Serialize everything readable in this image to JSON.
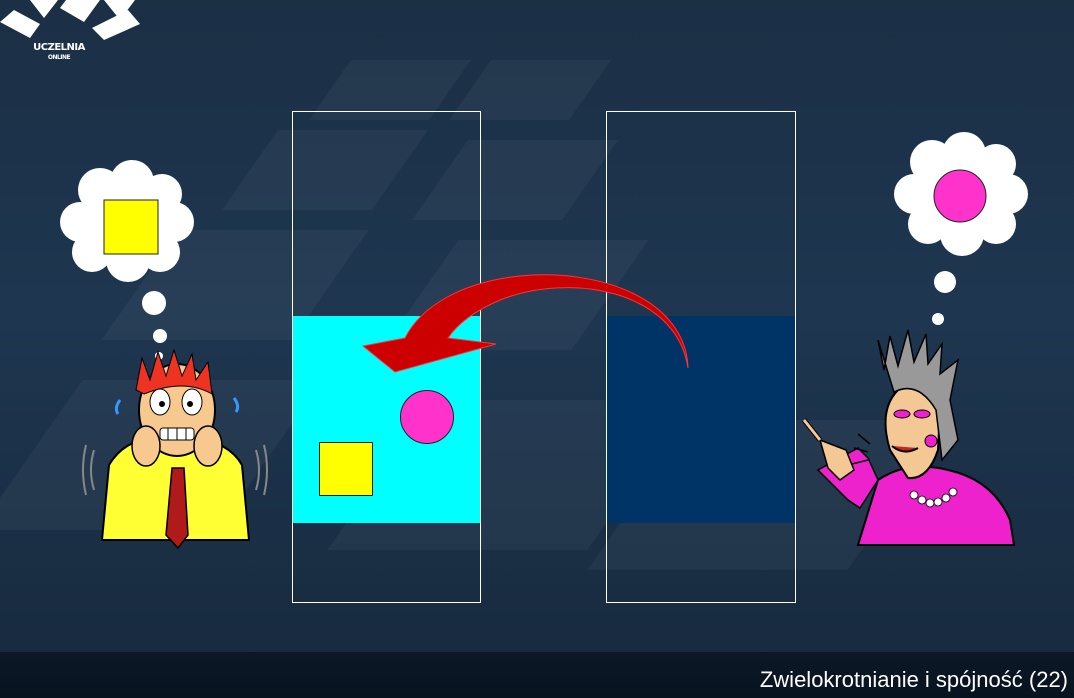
{
  "logo": {
    "line1": "UCZELNIA",
    "line2": "ONLINE"
  },
  "footer": {
    "caption": "Zwielokrotnianie i spójność (22)"
  },
  "colors": {
    "replica_left_fill": "#00ffff",
    "replica_right_fill": "#003366",
    "square": "#ffff00",
    "circle": "#ff33cc",
    "arrow": "#cc0000",
    "frame": "#ffffff"
  },
  "icons": {
    "arrow": "curved-arrow-icon",
    "left_person": "frightened-man-icon",
    "right_person": "pointing-woman-icon",
    "left_thought": "thought-bubble-icon",
    "right_thought": "thought-bubble-icon"
  }
}
